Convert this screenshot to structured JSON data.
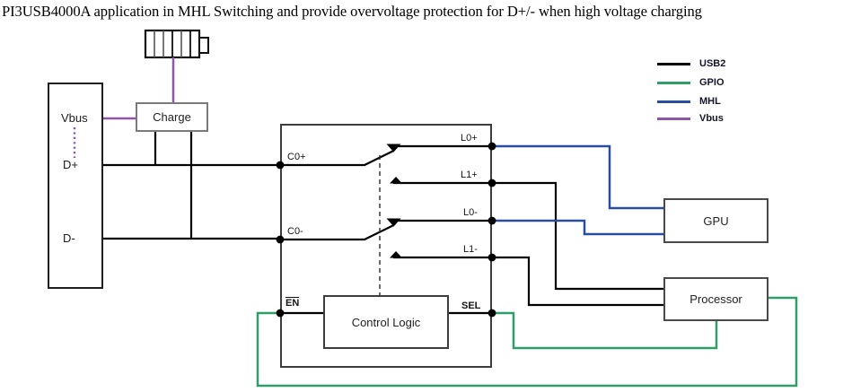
{
  "title": "PI3USB4000A application in MHL Switching and provide overvoltage protection for D+/- when high voltage charging",
  "colors": {
    "usb2": "#000000",
    "gpio": "#2f9e68",
    "mhl": "#2b4da0",
    "vbus": "#8f55a8",
    "box_border": "#3d3d3d"
  },
  "icons": {
    "battery": "battery-icon"
  },
  "legend": {
    "items": [
      {
        "label": "USB2",
        "color": "#000000"
      },
      {
        "label": "GPIO",
        "color": "#2f9e68"
      },
      {
        "label": "MHL",
        "color": "#2b4da0"
      },
      {
        "label": "Vbus",
        "color": "#8f55a8"
      }
    ]
  },
  "usb_connector": {
    "ports": {
      "vbus": "Vbus",
      "d_plus": "D+",
      "d_minus": "D-"
    }
  },
  "charge_box": {
    "label": "Charge"
  },
  "switch_ic": {
    "pins": {
      "c0_plus": "C0+",
      "c0_minus": "C0-",
      "l0_plus": "L0+",
      "l1_plus": "L1+",
      "l0_minus": "L0-",
      "l1_minus": "L1-",
      "en": "EN",
      "sel": "SEL"
    },
    "control_logic_label": "Control Logic"
  },
  "gpu_box": {
    "label": "GPU"
  },
  "processor_box": {
    "label": "Processor"
  }
}
